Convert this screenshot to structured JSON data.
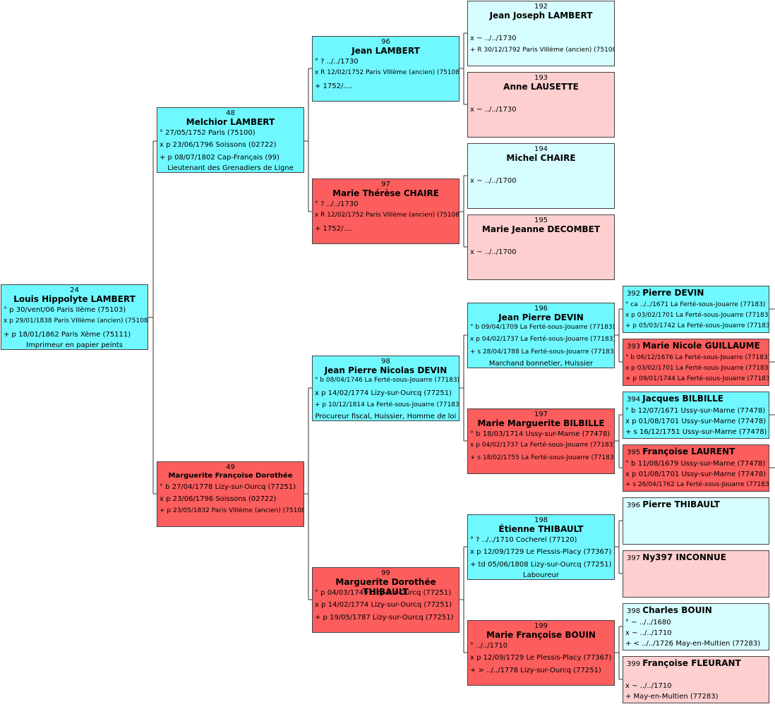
{
  "persons": {
    "p24": {
      "num": "24",
      "name": "Louis Hippolyte LAMBERT",
      "events": [
        "° p 30/vent/06 Paris IIème (75103)",
        "x p 29/01/1838 Paris VIIIème (ancien) (75108)",
        "+ p 18/01/1862 Paris Xème (75111)"
      ],
      "occupation": "Imprimeur en papier peints"
    },
    "p48": {
      "num": "48",
      "name": "Melchior LAMBERT",
      "events": [
        "° 27/05/1752 Paris (75100)",
        "x p 23/06/1796 Soissons (02722)",
        "+ p 08/07/1802 Cap-Français (99)"
      ],
      "occupation": "Lieutenant des Grenadiers de Ligne"
    },
    "p49": {
      "num": "49",
      "name": "Marguerite Françoise Dorothée",
      "events": [
        "° b 27/04/1778 Lizy-sur-Ourcq (77251)",
        "x p 23/06/1796 Soissons (02722)",
        "+ p 23/05/1832 Paris VIIIème (ancien) (75108)"
      ]
    },
    "p96": {
      "num": "96",
      "name": "Jean LAMBERT",
      "events": [
        "° ? ../../1730",
        "x R 12/02/1752 Paris VIIIème (ancien) (75108)",
        "+ 1752/...."
      ]
    },
    "p97": {
      "num": "97",
      "name": "Marie Thérèse CHAIRE",
      "events": [
        "° ? ../../1730",
        "x R 12/02/1752 Paris VIIIème (ancien) (75108)",
        "+ 1752/...."
      ]
    },
    "p98": {
      "num": "98",
      "name": "Jean Pierre Nicolas DEVIN",
      "events": [
        "° b 08/04/1746 La Ferté-sous-Jouarre (77183)",
        "x p 14/02/1774 Lizy-sur-Ourcq (77251)",
        "+ p 10/12/1814 La Ferté-sous-Jouarre (77183)"
      ],
      "occupation": "Procureur fiscal, Huissier, Homme de loi"
    },
    "p99": {
      "num": "99",
      "name": "Marguerite Dorothée THIBAULT",
      "events": [
        "° p 04/03/1749 Lizy-sur-Ourcq (77251)",
        "x p 14/02/1774 Lizy-sur-Ourcq (77251)",
        "+ p 19/05/1787 Lizy-sur-Ourcq (77251)"
      ]
    },
    "p192": {
      "num": "192",
      "name": "Jean Joseph LAMBERT",
      "events": [
        "x ~ ../../1730",
        "+ R 30/12/1792 Paris VIIIème (ancien) (75108)"
      ]
    },
    "p193": {
      "num": "193",
      "name": "Anne LAUSETTE",
      "events": [
        "x ~ ../../1730"
      ]
    },
    "p194": {
      "num": "194",
      "name": "Michel CHAIRE",
      "events": [
        "x ~ ../../1700"
      ]
    },
    "p195": {
      "num": "195",
      "name": "Marie Jeanne DECOMBET",
      "events": [
        "x ~ ../../1700"
      ]
    },
    "p196": {
      "num": "196",
      "name": "Jean Pierre DEVIN",
      "events": [
        "° b 09/04/1709 La Ferté-sous-Jouarre (77183)",
        "x p 04/02/1737 La Ferté-sous-Jouarre (77183)",
        "+ s 28/04/1788 La Ferté-sous-Jouarre (77183)"
      ],
      "occupation": "Marchand bonnetier, Huissier"
    },
    "p197": {
      "num": "197",
      "name": "Marie Marguerite BILBILLE",
      "events": [
        "° b 18/03/1714 Ussy-sur-Marne (77478)",
        "x p 04/02/1737 La Ferté-sous-Jouarre (77183)",
        "+ s 18/02/1755 La Ferté-sous-Jouarre (77183)"
      ]
    },
    "p198": {
      "num": "198",
      "name": "Étienne THIBAULT",
      "events": [
        "° ? ../../1710 Cocherel (77120)",
        "x p 12/09/1729 Le Plessis-Placy (77367)",
        "+ td 05/06/1808 Lizy-sur-Ourcq (77251)"
      ],
      "occupation": "Laboureur"
    },
    "p199": {
      "num": "199",
      "name": "Marie Françoise BOUIN",
      "events": [
        "° ../../1710",
        "x p 12/09/1729 Le Plessis-Placy (77367)",
        "+ > ../../1778 Lizy-sur-Ourcq (77251)"
      ]
    },
    "p392": {
      "num": "392",
      "name": "Pierre DEVIN",
      "events": [
        "° ca ../../1671 La Ferté-sous-Jouarre (77183)",
        "x p 03/02/1701 La Ferté-sous-Jouarre (77183)",
        "+ p 05/03/1742 La Ferté-sous-Jouarre (77183)"
      ]
    },
    "p393": {
      "num": "393",
      "name": "Marie Nicole GUILLAUME",
      "events": [
        "° b 06/12/1676 La Ferté-sous-Jouarre (77183)",
        "x p 03/02/1701 La Ferté-sous-Jouarre (77183)",
        "+ p 09/01/1744 La Ferté-sous-Jouarre (77183)"
      ]
    },
    "p394": {
      "num": "394",
      "name": "Jacques BILBILLE",
      "events": [
        "° b 12/07/1671 Ussy-sur-Marne (77478)",
        "x p 01/08/1701 Ussy-sur-Marne (77478)",
        "+ s 16/12/1751 Ussy-sur-Marne (77478)"
      ]
    },
    "p395": {
      "num": "395",
      "name": "Françoise LAURENT",
      "events": [
        "° b 11/08/1679 Ussy-sur-Marne (77478)",
        "x p 01/08/1701 Ussy-sur-Marne (77478)",
        "+ s 26/04/1762 La Ferté-sous-Jouarre (77183)"
      ]
    },
    "p396": {
      "num": "396",
      "name": "Pierre THIBAULT",
      "events": []
    },
    "p397": {
      "num": "397",
      "name": "Ny397 INCONNUE",
      "events": []
    },
    "p398": {
      "num": "398",
      "name": "Charles BOUIN",
      "events": [
        "° ~ ../../1680",
        "x ~ ../../1710",
        "+ < ../../1726 May-en-Multien (77283)"
      ]
    },
    "p399": {
      "num": "399",
      "name": "Françoise FLEURANT",
      "events": [
        "x ~ ../../1710",
        "+ May-en-Multien (77283)"
      ]
    }
  },
  "colors": {
    "male_near": "#6ff8ff",
    "female_near": "#fc5d5d",
    "male_far": "#d6fdff",
    "female_far": "#fecfcf",
    "line": "#333333"
  }
}
